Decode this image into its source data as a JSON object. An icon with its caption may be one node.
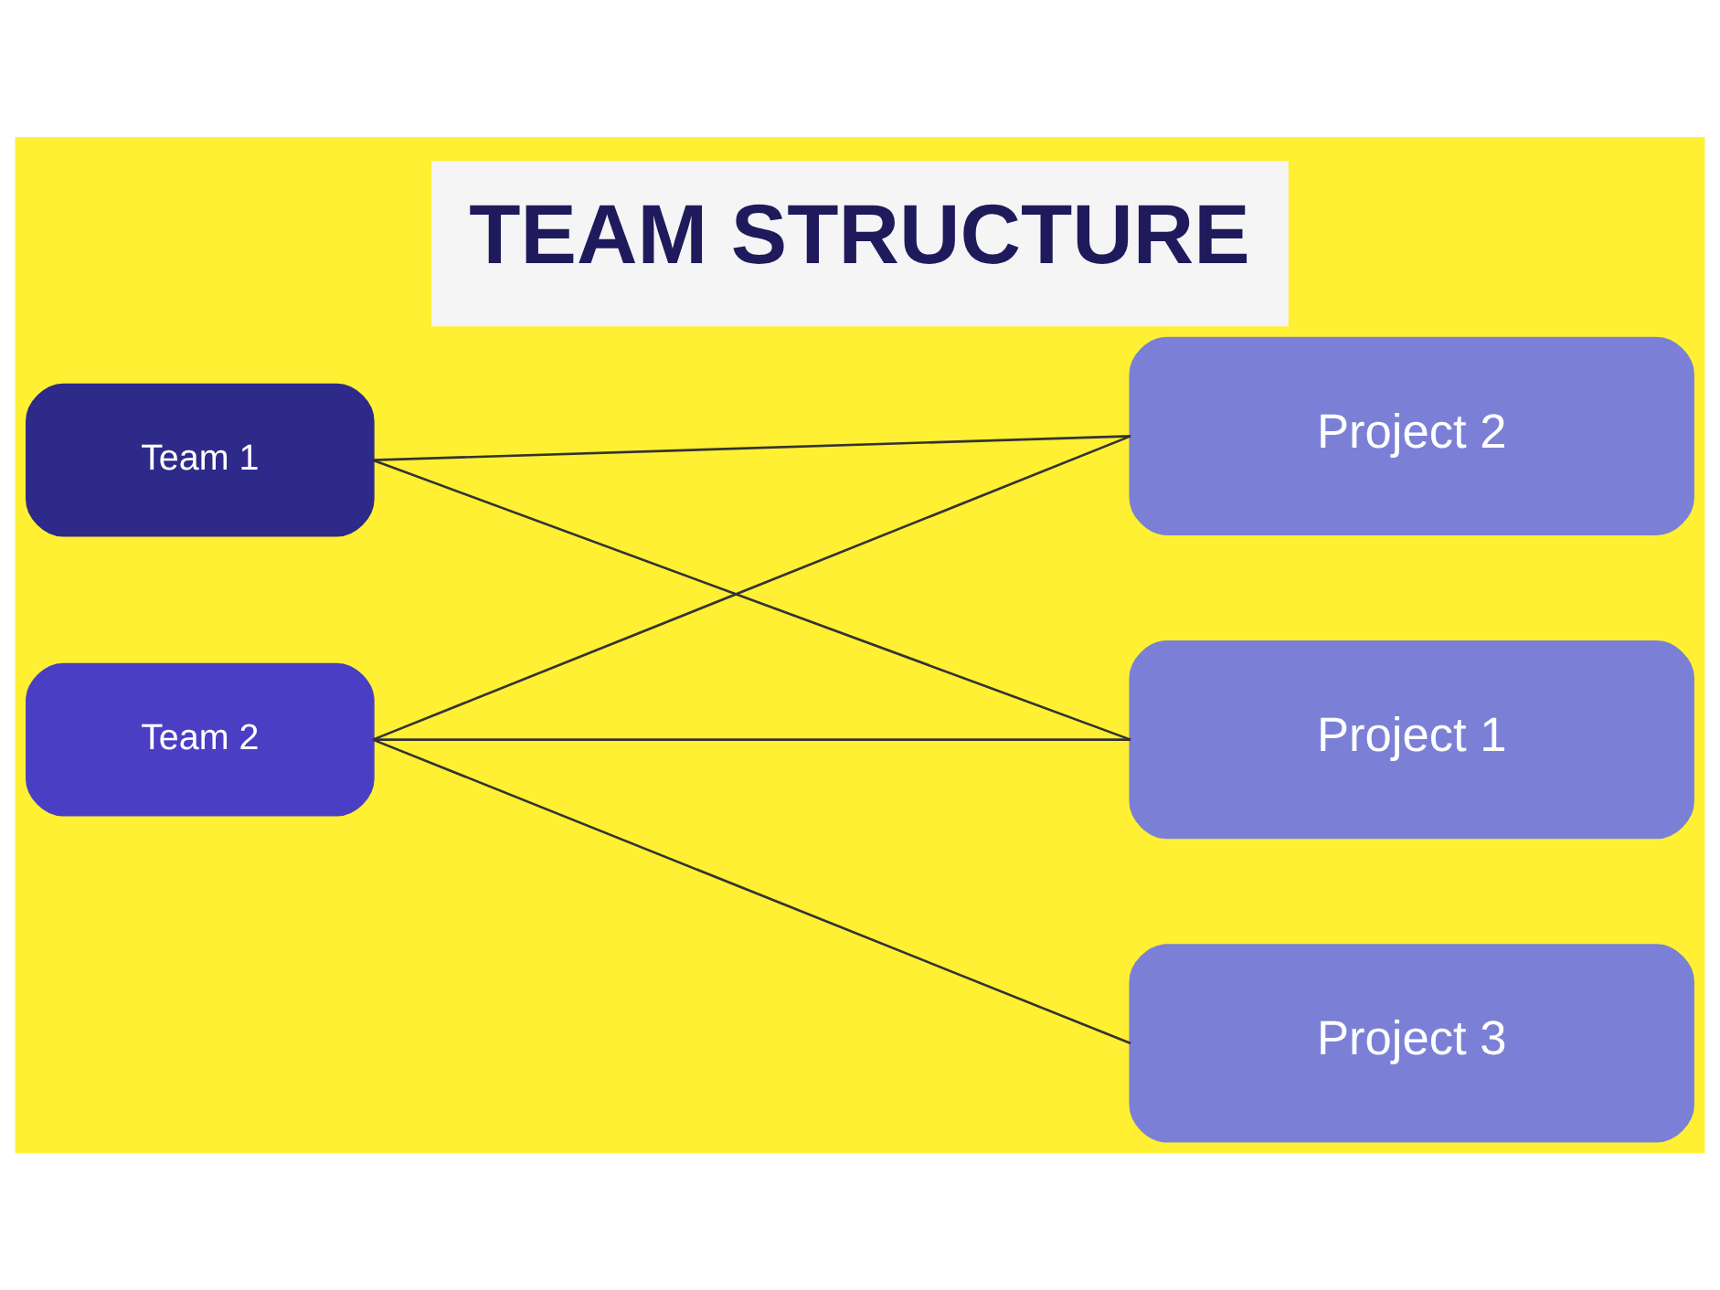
{
  "diagram": {
    "title": "TEAM STRUCTURE",
    "nodes": [
      {
        "text": [
          "Team 1"
        ]
      },
      {
        "text": [
          "Team 2"
        ]
      },
      {
        "text": [
          "Project 1"
        ]
      },
      {
        "text": [
          "Project 2"
        ]
      },
      {
        "text": [
          "Project 3"
        ]
      }
    ],
    "edges": [
      {
        "from": 0,
        "to": 2,
        "arrow": "none"
      },
      {
        "from": 0,
        "to": 3,
        "arrow": "none"
      },
      {
        "from": 1,
        "to": 2,
        "arrow": "none"
      },
      {
        "from": 1,
        "to": 3,
        "arrow": "none"
      },
      {
        "from": 1,
        "to": 4,
        "arrow": "none"
      }
    ]
  }
}
